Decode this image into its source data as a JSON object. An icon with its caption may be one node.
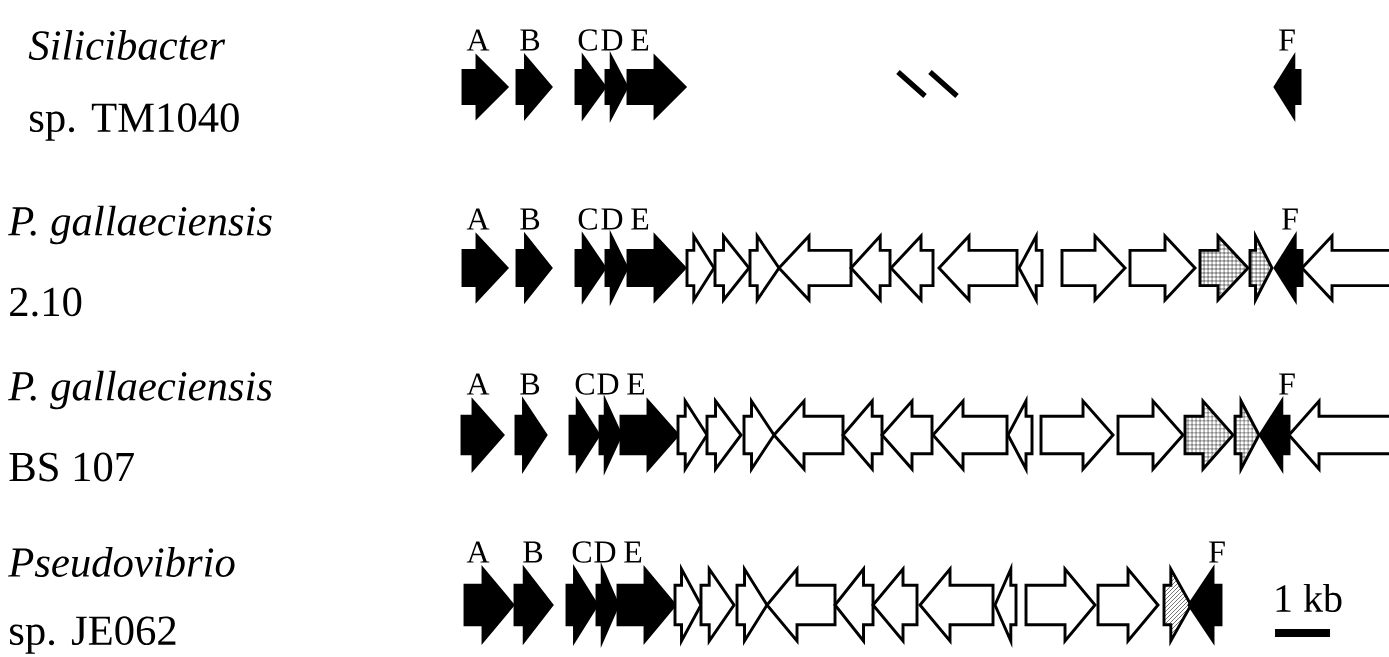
{
  "diagram": {
    "labels": [
      "Silicibacter",
      "sp. TM1040",
      "A",
      "B",
      "C",
      "D",
      "E",
      "F",
      "P. gallaeciensis",
      "2.10",
      "A",
      "B",
      "C",
      "D",
      "E",
      "F",
      "P. gallaeciensis",
      "BS 107",
      "A",
      "B",
      "C",
      "D",
      "E",
      "F",
      "Pseudovibrio",
      "sp. JE062",
      "A",
      "B",
      "C",
      "D",
      "E",
      "F",
      "1 kb"
    ]
  }
}
